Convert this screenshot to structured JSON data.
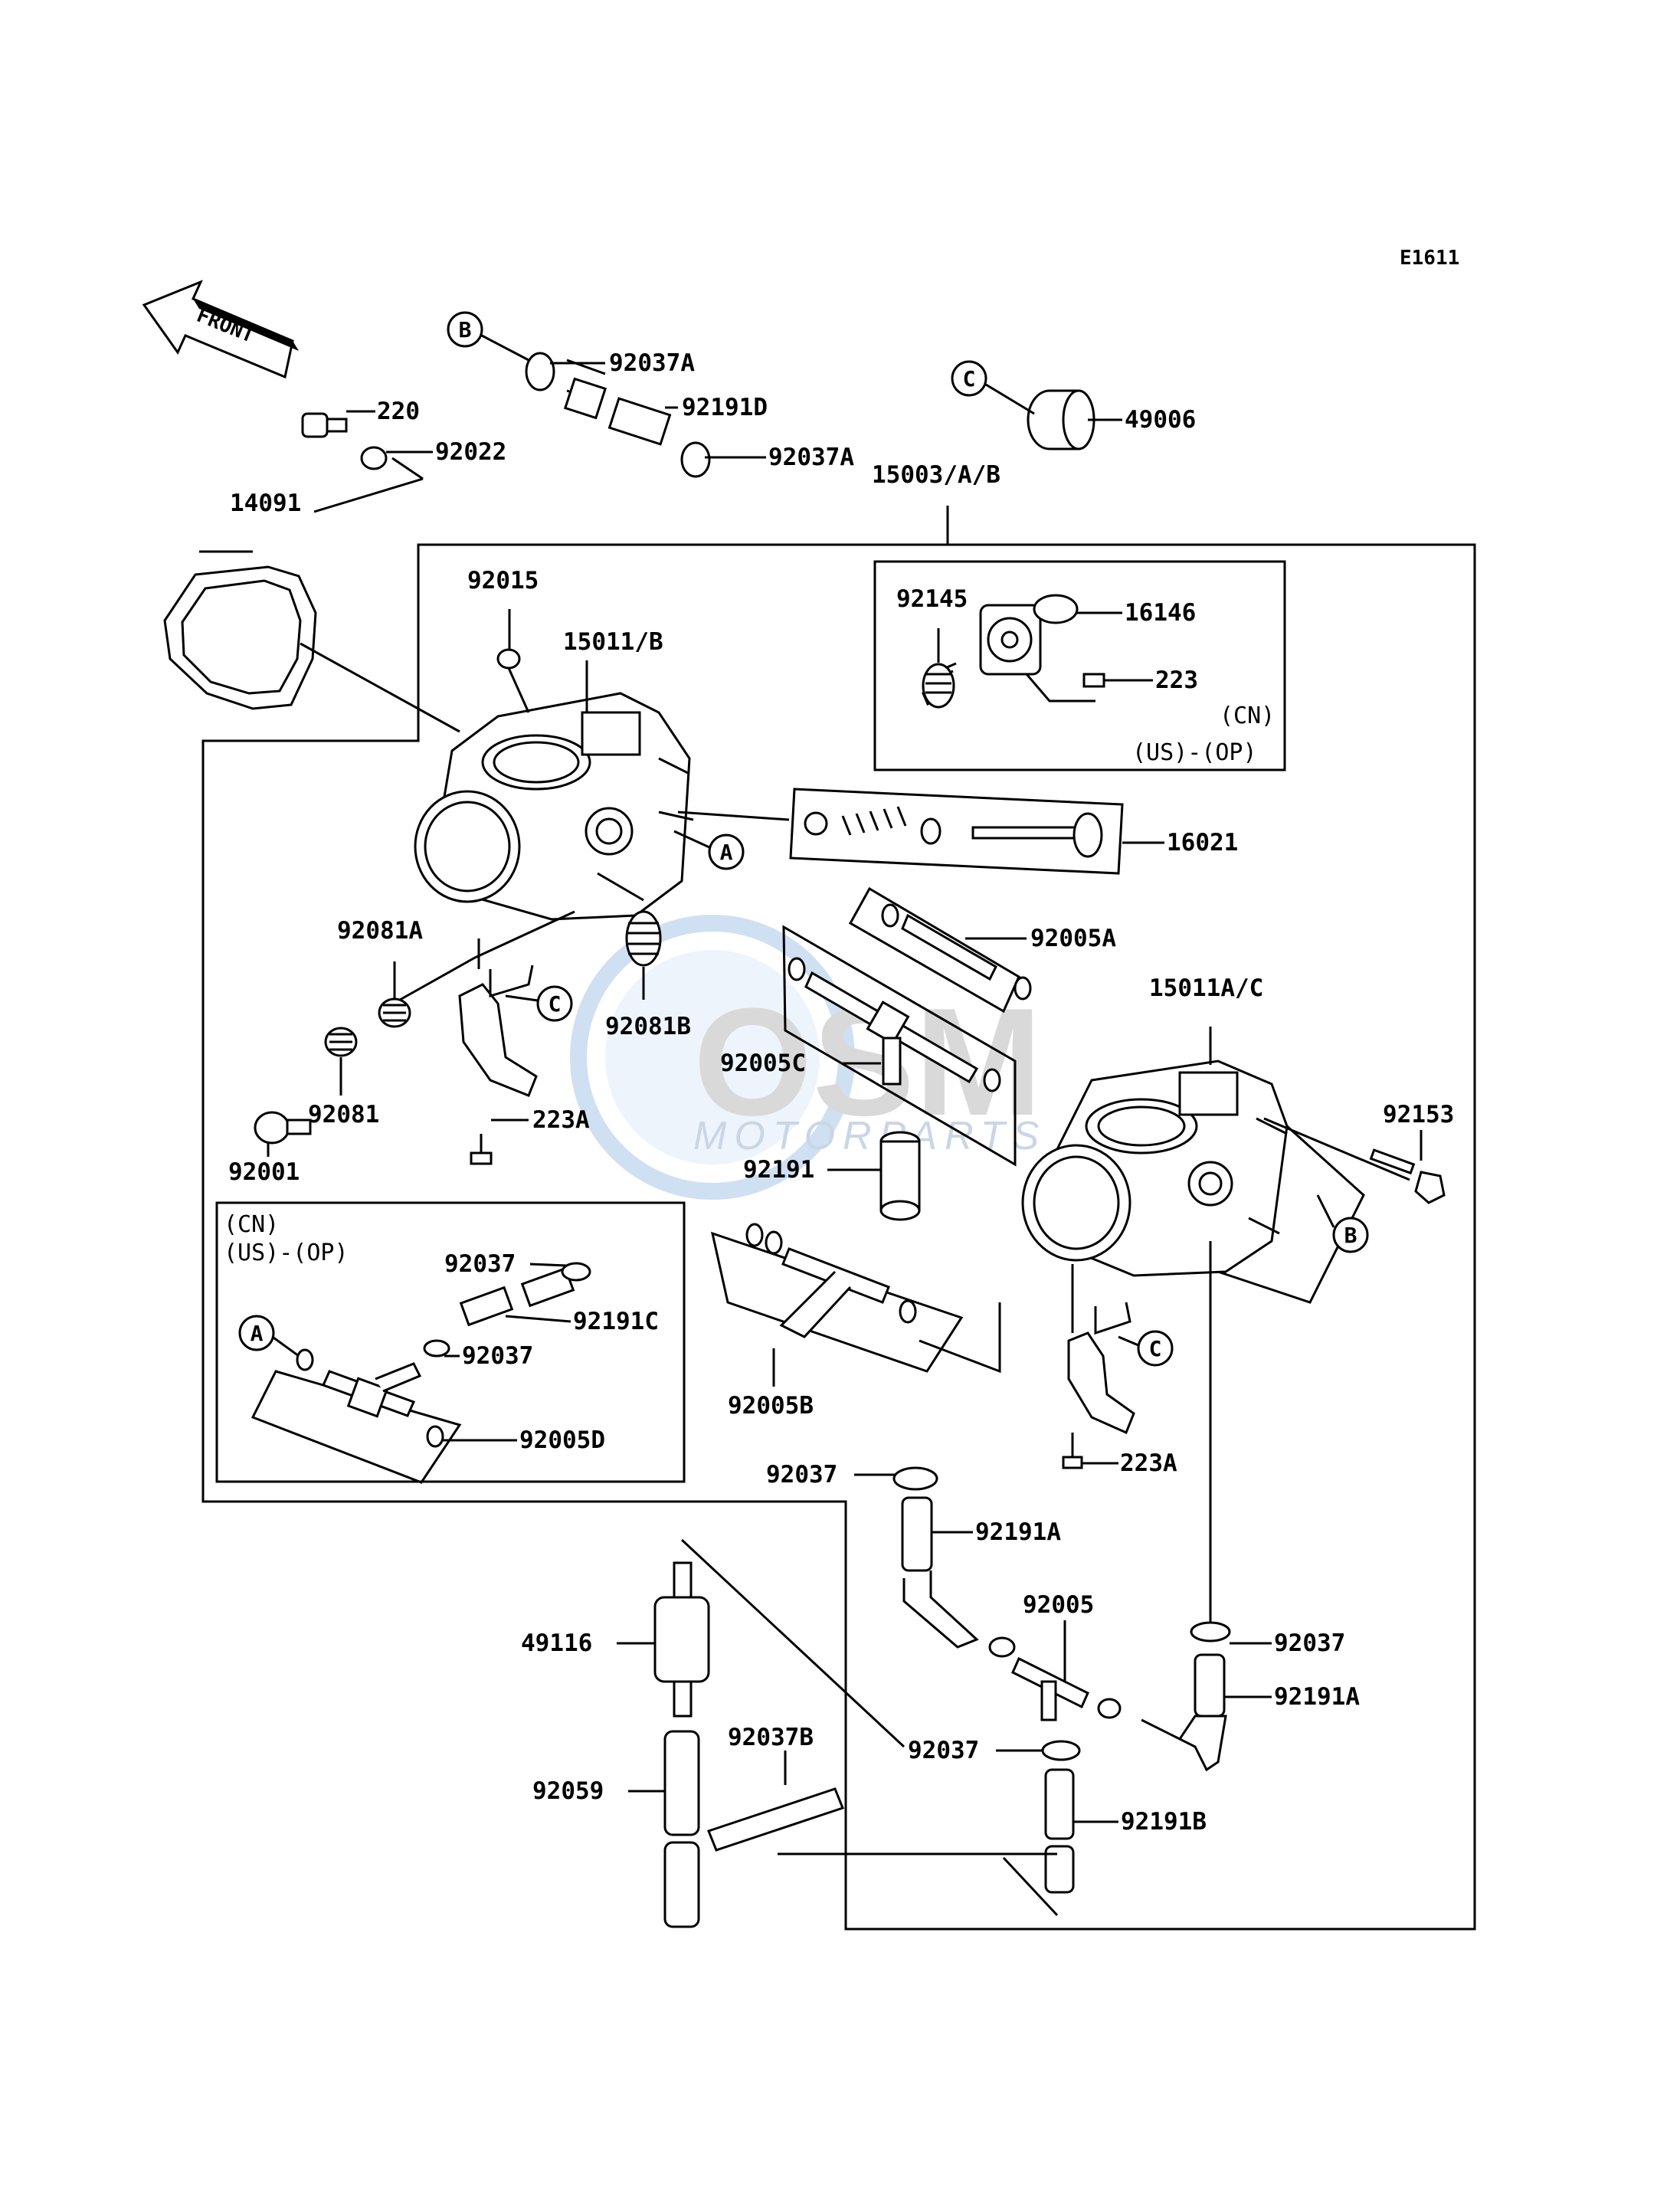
{
  "diagram": {
    "code": "E1611",
    "front_label": "FRONT",
    "watermark": {
      "brand": "OSM",
      "sub": "MOTORPARTS"
    },
    "note_cn": "(CN)",
    "note_us_op": "(US)-(OP)",
    "callouts": {
      "a": "A",
      "b": "B",
      "c": "C"
    },
    "parts": {
      "p220": "220",
      "p92022": "92022",
      "p14091": "14091",
      "p92037A_1": "92037A",
      "p92191D": "92191D",
      "p92037A_2": "92037A",
      "p49006": "49006",
      "p15003": "15003/A/B",
      "p92015": "92015",
      "p15011B": "15011/B",
      "p92145": "92145",
      "p16146": "16146",
      "p223": "223",
      "p16021": "16021",
      "p92081A": "92081A",
      "p92081B": "92081B",
      "p92081": "92081",
      "p92001": "92001",
      "p223A_1": "223A",
      "p92005A": "92005A",
      "p92005C": "92005C",
      "p15011AC": "15011A/C",
      "p92153": "92153",
      "p92191": "92191",
      "p92037_1": "92037",
      "p92191C": "92191C",
      "p92037_2": "92037",
      "p92005D": "92005D",
      "p92005B": "92005B",
      "p223A_2": "223A",
      "p92037_3": "92037",
      "p92191A_1": "92191A",
      "p49116": "49116",
      "p92005": "92005",
      "p92037_4": "92037",
      "p92191A_2": "92191A",
      "p92037B": "92037B",
      "p92037_5": "92037",
      "p92059": "92059",
      "p92191B": "92191B"
    }
  }
}
